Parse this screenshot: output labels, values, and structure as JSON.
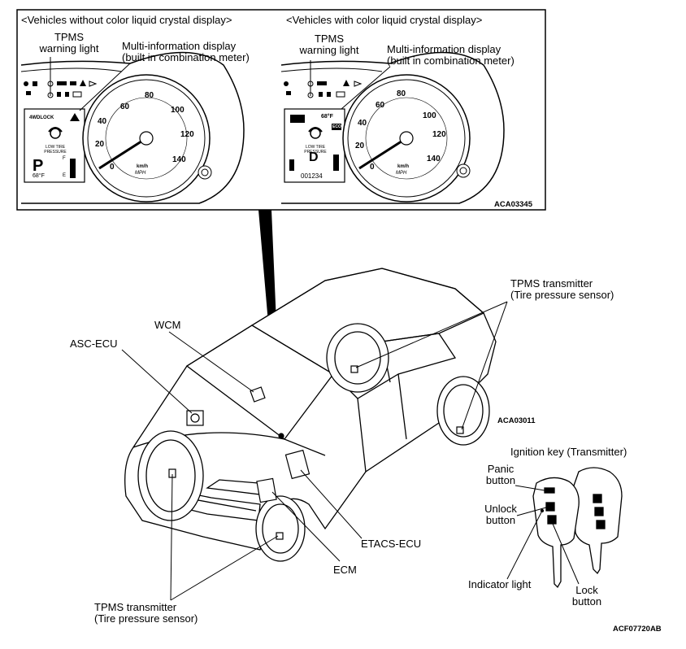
{
  "top_panel": {
    "left_header": "<Vehicles without color liquid crystal display>",
    "right_header": "<Vehicles with color liquid crystal display>",
    "left_tpms": [
      "TPMS",
      "warning light"
    ],
    "left_mid": [
      "Multi-information display",
      "(built in combination meter)"
    ],
    "right_tpms": [
      "TPMS",
      "warning light"
    ],
    "right_mid": [
      "Multi-information display",
      "(built in combination meter)"
    ],
    "code": "ACA03345",
    "left_display": {
      "mode": "4WDLOCK",
      "gear": "P",
      "temp": "68°F",
      "warn": "LOW TIRE PRESSURE",
      "full": "F",
      "empty": "E"
    },
    "right_display": {
      "gear": "D",
      "temp": "68°F",
      "odo": "001234",
      "warn": "LOW TIRE PRESSURE",
      "eco": "ECO"
    },
    "gauge": {
      "unit_kmh": "km/h",
      "unit_mph": "MPH",
      "mph_ticks": [
        "0",
        "20",
        "40",
        "60",
        "80",
        "100",
        "120",
        "140"
      ]
    }
  },
  "car": {
    "wcm": "WCM",
    "asc": "ASC-ECU",
    "tpms_tr": [
      "TPMS transmitter",
      "(Tire pressure sensor)"
    ],
    "tpms_bl": [
      "TPMS transmitter",
      "(Tire pressure sensor)"
    ],
    "code_mid": "ACA03011",
    "etacs": "ETACS-ECU",
    "ecm": "ECM"
  },
  "key": {
    "title": "Ignition key (Transmitter)",
    "panic": [
      "Panic",
      "button"
    ],
    "unlock": [
      "Unlock",
      "button"
    ],
    "indicator": "Indicator light",
    "lock": [
      "Lock",
      "button"
    ]
  },
  "code_bottom": "ACF07720AB"
}
